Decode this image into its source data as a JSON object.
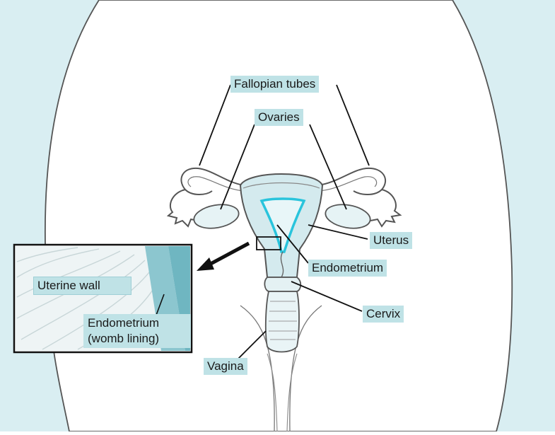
{
  "labels": {
    "fallopian_tubes": "Fallopian tubes",
    "ovaries": "Ovaries",
    "uterus": "Uterus",
    "endometrium": "Endometrium",
    "cervix": "Cervix",
    "vagina": "Vagina",
    "inset_uterine_wall": "Uterine wall",
    "inset_endometrium_line1": "Endometrium",
    "inset_endometrium_line2": "(womb lining)"
  },
  "colors": {
    "background": "#d9eef2",
    "body": "#ffffff",
    "organ_fill": "#d4eaee",
    "outline": "#555555",
    "endometrium_highlight": "#29c4dc",
    "label_fill": "#bfe2e6",
    "inset_stripe": "#8cc6cf"
  }
}
